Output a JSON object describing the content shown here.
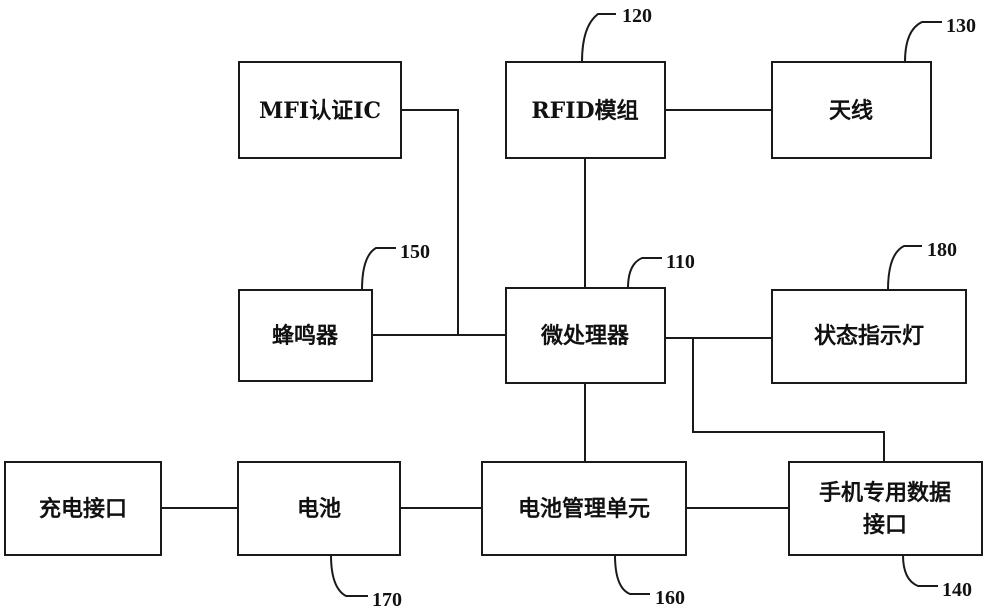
{
  "blocks": {
    "mfi": {
      "label": "MFI认证IC"
    },
    "rfid": {
      "label": "RFID模组",
      "ref": "120"
    },
    "antenna": {
      "label": "天线",
      "ref": "130"
    },
    "buzzer": {
      "label": "蜂鸣器",
      "ref": "150"
    },
    "mcu": {
      "label": "微处理器",
      "ref": "110"
    },
    "status": {
      "label": "状态指示灯",
      "ref": "180"
    },
    "charge": {
      "label": "充电接口"
    },
    "battery": {
      "label": "电池",
      "ref": "170"
    },
    "bms": {
      "label": "电池管理单元",
      "ref": "160"
    },
    "phone": {
      "label_line1": "手机专用数据",
      "label_line2": "接口",
      "ref": "140"
    }
  }
}
